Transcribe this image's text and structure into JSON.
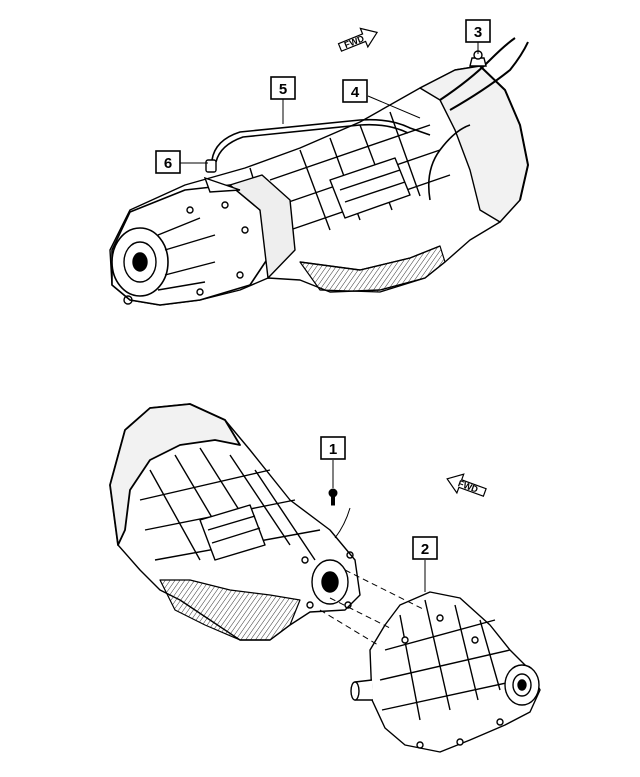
{
  "callouts": {
    "c1": "1",
    "c2": "2",
    "c3": "3",
    "c4": "4",
    "c5": "5",
    "c6": "6"
  },
  "arrows": {
    "top_fwd": "FWD",
    "bottom_fwd": "FWD"
  },
  "colors": {
    "line": "#000000",
    "background": "#ffffff"
  }
}
